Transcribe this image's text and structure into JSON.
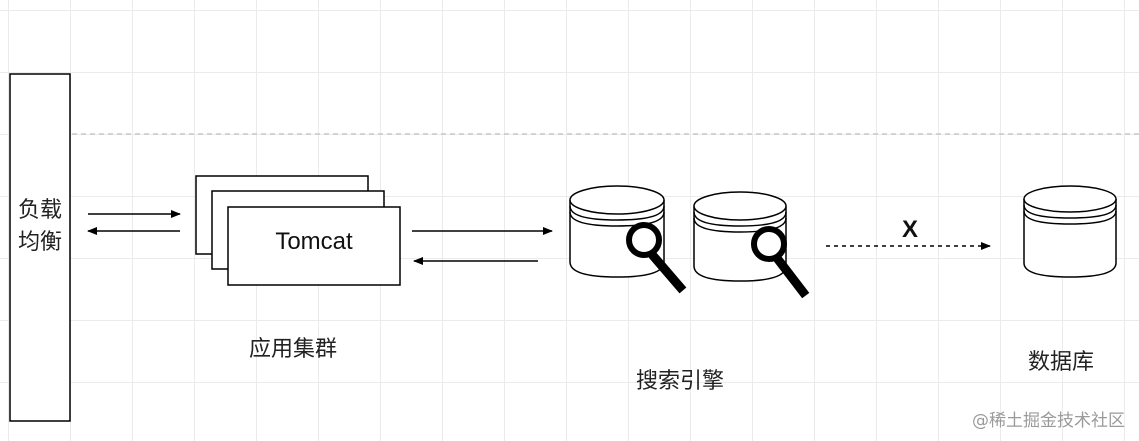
{
  "load_balancer": {
    "label": "负载均衡"
  },
  "app_cluster": {
    "node_label": "Tomcat",
    "caption": "应用集群"
  },
  "search_engine": {
    "caption": "搜索引擎"
  },
  "database": {
    "caption": "数据库"
  },
  "blocked_link": {
    "mark": "X"
  },
  "watermark": "@稀土掘金技术社区"
}
